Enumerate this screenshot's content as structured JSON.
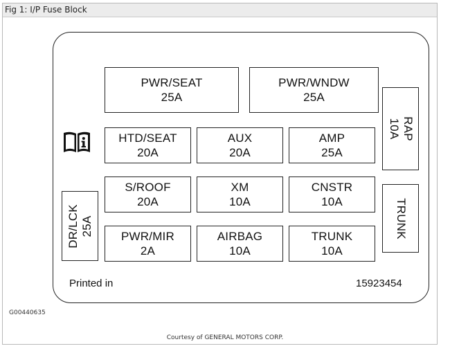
{
  "caption": "Fig 1: I/P Fuse Block",
  "fuses": {
    "pwr_seat": {
      "name": "PWR/SEAT",
      "rating": "25A"
    },
    "pwr_wndw": {
      "name": "PWR/WNDW",
      "rating": "25A"
    },
    "rap": {
      "name": "RAP",
      "rating": "10A"
    },
    "htd_seat": {
      "name": "HTD/SEAT",
      "rating": "20A"
    },
    "aux": {
      "name": "AUX",
      "rating": "20A"
    },
    "amp": {
      "name": "AMP",
      "rating": "25A"
    },
    "s_roof": {
      "name": "S/ROOF",
      "rating": "20A"
    },
    "xm": {
      "name": "XM",
      "rating": "10A"
    },
    "cnstr": {
      "name": "CNSTR",
      "rating": "10A"
    },
    "dr_lck": {
      "name": "DR/LCK",
      "rating": "25A"
    },
    "pwr_mir": {
      "name": "PWR/MIR",
      "rating": "2A"
    },
    "airbag": {
      "name": "AIRBAG",
      "rating": "10A"
    },
    "trunk": {
      "name": "TRUNK",
      "rating": "10A"
    },
    "trunk_relay": {
      "name": "TRUNK"
    }
  },
  "printed_in": "Printed in",
  "part_number": "15923454",
  "image_id": "G00440635",
  "courtesy": "Courtesy of GENERAL MOTORS CORP.",
  "icons": {
    "manual": "owners-manual-info-icon"
  }
}
